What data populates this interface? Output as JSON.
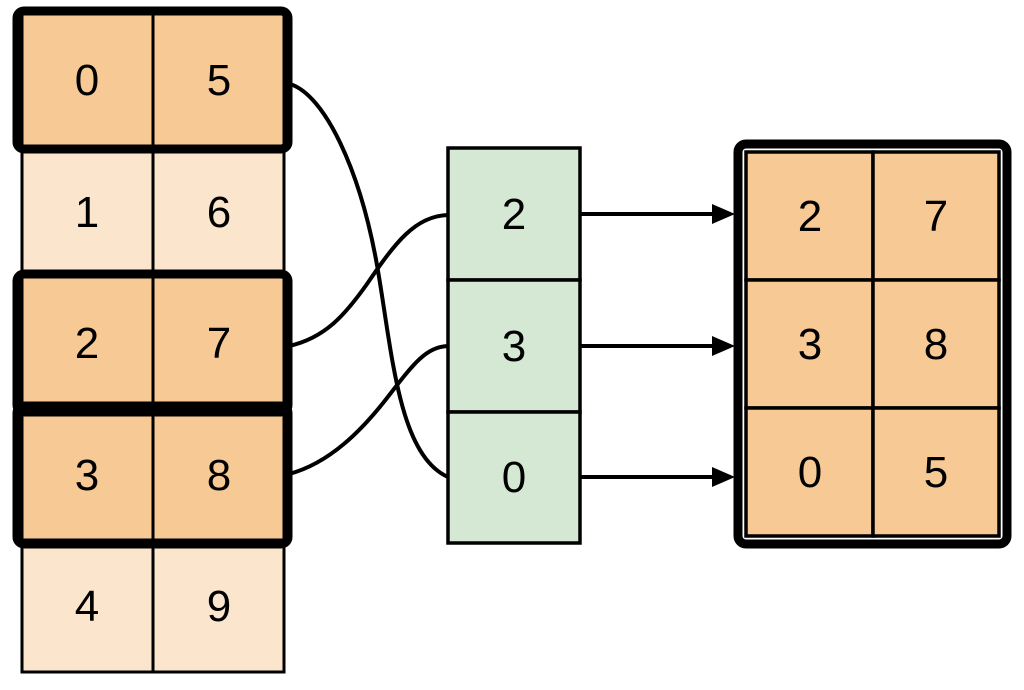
{
  "diagram": {
    "colors": {
      "highlight_fill": "#F7C994",
      "base_fill": "#FBE5CD",
      "index_fill": "#D5E8D4",
      "stroke": "#000000"
    },
    "source_table": {
      "rows": [
        {
          "c1": "0",
          "c2": "5",
          "highlighted": true
        },
        {
          "c1": "1",
          "c2": "6",
          "highlighted": false
        },
        {
          "c1": "2",
          "c2": "7",
          "highlighted": true
        },
        {
          "c1": "3",
          "c2": "8",
          "highlighted": true
        },
        {
          "c1": "4",
          "c2": "9",
          "highlighted": false
        }
      ]
    },
    "index_column": {
      "values": [
        "2",
        "3",
        "0"
      ]
    },
    "result_table": {
      "rows": [
        {
          "c1": "2",
          "c2": "7"
        },
        {
          "c1": "3",
          "c2": "8"
        },
        {
          "c1": "0",
          "c2": "5"
        }
      ]
    },
    "connections": {
      "curves": [
        {
          "from_source_row": "0 5",
          "to_index": "0"
        },
        {
          "from_source_row": "2 7",
          "to_index": "2"
        },
        {
          "from_source_row": "3 8",
          "to_index": "3"
        }
      ],
      "arrows": [
        {
          "from_index": "2",
          "to_result_row": "2 7"
        },
        {
          "from_index": "3",
          "to_result_row": "3 8"
        },
        {
          "from_index": "0",
          "to_result_row": "0 5"
        }
      ]
    }
  }
}
